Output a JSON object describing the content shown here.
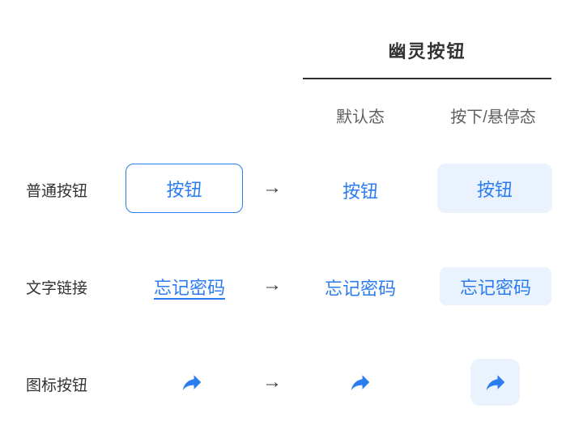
{
  "header": {
    "title": "幽灵按钮",
    "columns": {
      "default": "默认态",
      "pressed_hover": "按下/悬停态"
    }
  },
  "arrow_glyph": "→",
  "rows": [
    {
      "label": "普通按钮",
      "example_text": "按钮",
      "default_text": "按钮",
      "hover_text": "按钮"
    },
    {
      "label": "文字链接",
      "example_text": "忘记密码",
      "default_text": "忘记密码",
      "hover_text": "忘记密码"
    },
    {
      "label": "图标按钮",
      "icon": "share-forward-icon"
    }
  ],
  "colors": {
    "accent": "#2b7cf0",
    "accent_bg": "#e9f2fd",
    "title_text": "#333333",
    "header_text": "#5f5f5f",
    "label_text": "#333333",
    "arrow": "#3d3d3d",
    "divider": "#2f2f2f"
  }
}
